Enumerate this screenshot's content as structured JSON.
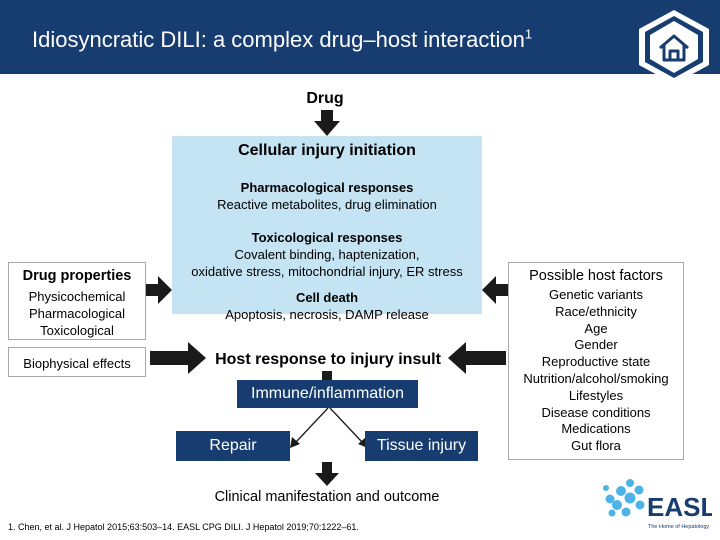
{
  "header": {
    "title": "Idiosyncratic DILI: a complex drug–host interaction",
    "superscript": "1",
    "home_icon": "home-icon"
  },
  "diagram": {
    "drug": "Drug",
    "cellular_injury": {
      "title": "Cellular injury initiation",
      "pharmacological_title": "Pharmacological responses",
      "pharmacological_detail": "Reactive metabolites, drug elimination",
      "toxicological_title": "Toxicological responses",
      "toxicological_detail_1": "Covalent binding, haptenization,",
      "toxicological_detail_2": "oxidative stress, mitochondrial injury, ER stress",
      "cell_death_title": "Cell death",
      "cell_death_detail": "Apoptosis, necrosis, DAMP release"
    },
    "drug_properties": {
      "title": "Drug properties",
      "items": [
        "Physicochemical",
        "Pharmacological",
        "Toxicological"
      ]
    },
    "biophysical": "Biophysical effects",
    "host_response": "Host response to injury insult",
    "immune": "Immune/inflammation",
    "repair": "Repair",
    "tissue_injury": "Tissue injury",
    "outcome": "Clinical manifestation and outcome",
    "host_factors": {
      "title": "Possible host factors",
      "items": [
        "Genetic variants",
        "Race/ethnicity",
        "Age",
        "Gender",
        "Reproductive state",
        "Nutrition/alcohol/smoking",
        "Lifestyles",
        "Disease conditions",
        "Medications",
        "Gut flora"
      ]
    }
  },
  "footnote": "1. Chen, et al. J Hepatol 2015;63:503–14. EASL CPG DILI. J Hepatol 2019;70:1222–61.",
  "logo": {
    "name": "EASL",
    "tagline": "The Home of Hepatology"
  },
  "colors": {
    "navy": "#173c6f",
    "light_blue": "#c4e3f3",
    "arrow": "#1a1a1a",
    "logo_dots": "#4db3e6"
  }
}
